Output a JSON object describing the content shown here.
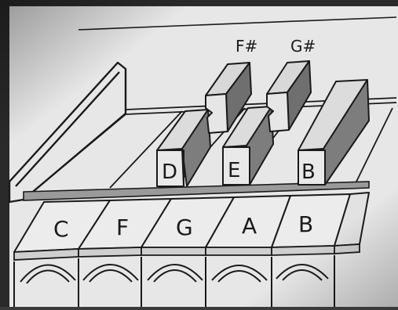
{
  "photo": {
    "paper_color": "#e7e7e7",
    "ink_color": "#1a1a1a",
    "shadow_color": "#8a8a8a"
  },
  "drawing": {
    "sharp_labels": [
      "F#",
      "G#"
    ],
    "raised_key_labels": [
      "D",
      "E",
      "B"
    ],
    "front_key_labels": [
      "C",
      "F",
      "G",
      "A",
      "B"
    ]
  }
}
